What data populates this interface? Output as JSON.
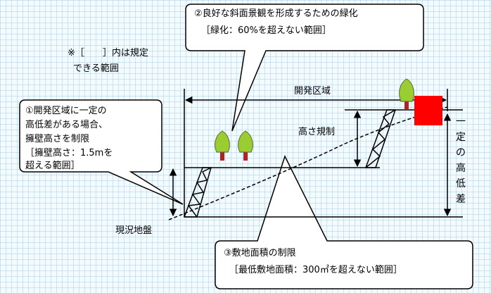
{
  "callouts": {
    "slope": {
      "line1": "②良好な斜面景観を形成するための緑化",
      "line2": "［緑化：60%を超えない範囲］"
    },
    "retaining": {
      "line1": "①開発区域に一定の",
      "line2": "高低差がある場合、",
      "line3": "擁壁高さを制限",
      "line4": "［擁壁高さ：1.5mを",
      "line5": "超える範囲］"
    },
    "area": {
      "line1": "③敷地面積の制限",
      "line2": "［最低敷地面積：300㎡を超えない範囲］"
    }
  },
  "note": {
    "line1": "※［　　］内は規定",
    "line2": "できる範囲"
  },
  "labels": {
    "dev_area": "開発区域",
    "height_reg": "高さ規制",
    "ground": "現況地盤",
    "elevation_chars": [
      "一",
      "定",
      "の",
      "高",
      "低",
      "差"
    ]
  },
  "colors": {
    "building": "#ff0000",
    "tree_crown": "#9acd32",
    "tree_trunk": "#b22222",
    "grid": "#a0d0ea"
  }
}
